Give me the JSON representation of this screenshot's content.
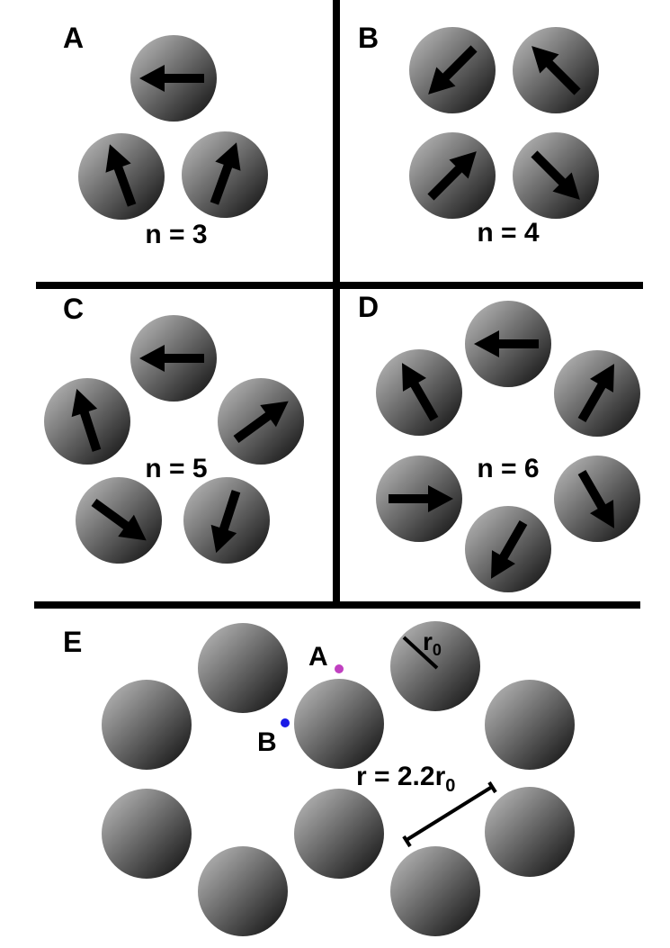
{
  "panels": {
    "A": {
      "label": "A",
      "n_text": "n = 3",
      "arrow_angles_deg": [
        180,
        110,
        70
      ]
    },
    "B": {
      "label": "B",
      "n_text": "n = 4",
      "arrow_angles_deg": [
        225,
        135,
        45,
        315
      ]
    },
    "C": {
      "label": "C",
      "n_text": "n = 5",
      "arrow_angles_deg": [
        180,
        108,
        36,
        324,
        252
      ]
    },
    "D": {
      "label": "D",
      "n_text": "n = 6",
      "arrow_angles_deg": [
        180,
        120,
        60,
        0,
        300,
        240
      ]
    },
    "E": {
      "label": "E",
      "site_A": "A",
      "site_B": "B",
      "r0_text": "r",
      "r0_sub": "0",
      "r_text_pre": "r = 2.2r",
      "r_text_sub": "0",
      "site_colors": {
        "A": "#c040c0",
        "B": "#1a1ae6"
      }
    }
  },
  "colors": {
    "sphere_light": "#a6a6a6",
    "sphere_dark": "#0a0a0a",
    "lines": "#000000"
  }
}
